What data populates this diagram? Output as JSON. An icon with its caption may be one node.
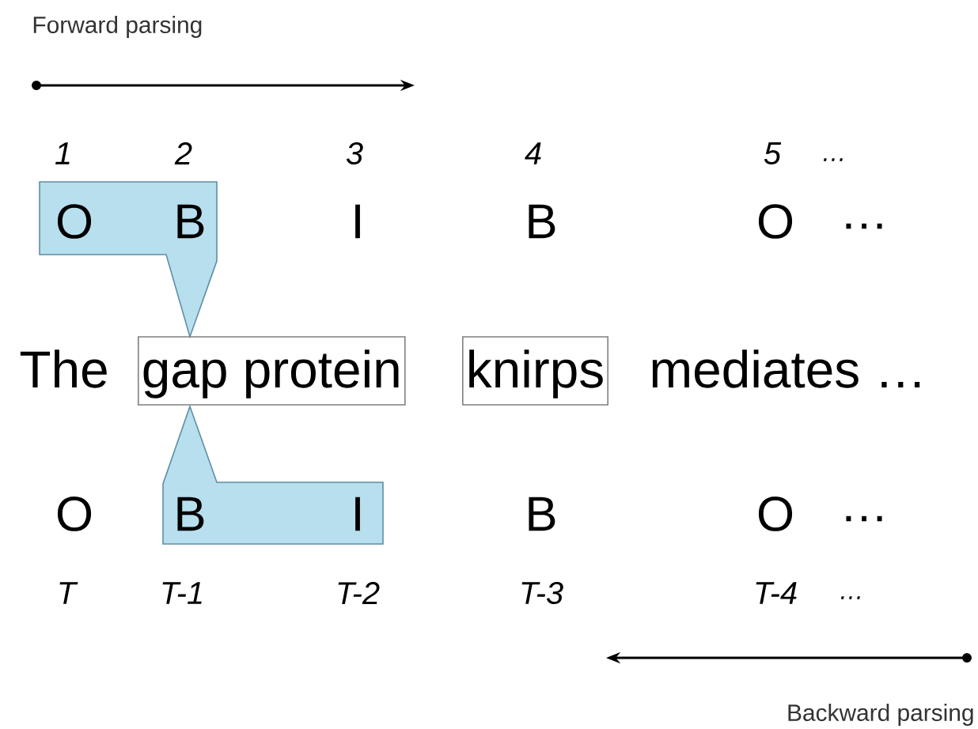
{
  "diagram": {
    "nodes": [
      {
        "text": [
          "O",
          "B"
        ]
      },
      {
        "text": [
          "gap protein"
        ]
      },
      {
        "text": [
          "knirps"
        ]
      },
      {
        "text": [
          "B",
          "I"
        ]
      }
    ],
    "labels": [
      "Forward parsing",
      "1",
      "2",
      "3",
      "4",
      "5",
      "…",
      "I",
      "B",
      "O",
      "…",
      "The",
      "mediates …",
      "O",
      "B",
      "O",
      "…",
      "T",
      "T-1",
      "T-2",
      "T-3",
      "T-4",
      "…",
      "Backward parsing"
    ]
  }
}
